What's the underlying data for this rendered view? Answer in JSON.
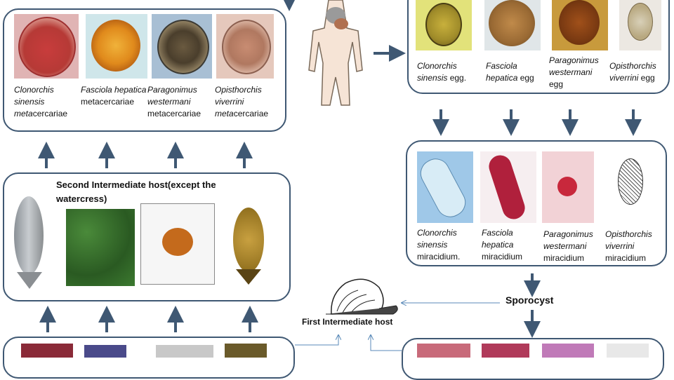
{
  "metacercariae": [
    {
      "italic": "Clonorchis sinensis",
      "plain": "",
      "italic2": "meta",
      "tail": "cercariae",
      "full": "Clonorchis sinensis metacercariae"
    },
    {
      "italic": "Fasciola hepatica",
      "plain": "metacercariae",
      "full": "Fasciola hepatica metacercariae"
    },
    {
      "italic": "Paragonimus westermani",
      "plain": "metacercariae",
      "full": "Paragonimus westermani metacercariae"
    },
    {
      "italic": "Opisthorchis viverrini meta",
      "plain": "cercariae",
      "full": "Opisthorchis viverrini metacercariae"
    }
  ],
  "eggs": [
    {
      "italic": "Clonorchis sinensis",
      "plain": "egg."
    },
    {
      "italic": "Fasciola hepatica",
      "plain": "egg"
    },
    {
      "italic": "Paragonimus westermani",
      "plain": "egg"
    },
    {
      "italic": "Opisthorchis viverrini",
      "plain": "egg"
    }
  ],
  "miracidia": [
    {
      "italic": "Clonorchis sinensis",
      "plain": "miracidium."
    },
    {
      "italic": "Fasciola hepatica",
      "plain": "miracidium"
    },
    {
      "italic": "Paragonimus westermani",
      "plain": "miracidium"
    },
    {
      "italic": "Opisthorchis viverrini",
      "plain": "miracidium"
    }
  ],
  "second_host": {
    "title": "Second Intermediate host(except the watercress)"
  },
  "first_host": {
    "label": "First Intermediate host"
  },
  "sporocyst": {
    "label": "Sporocyst"
  }
}
